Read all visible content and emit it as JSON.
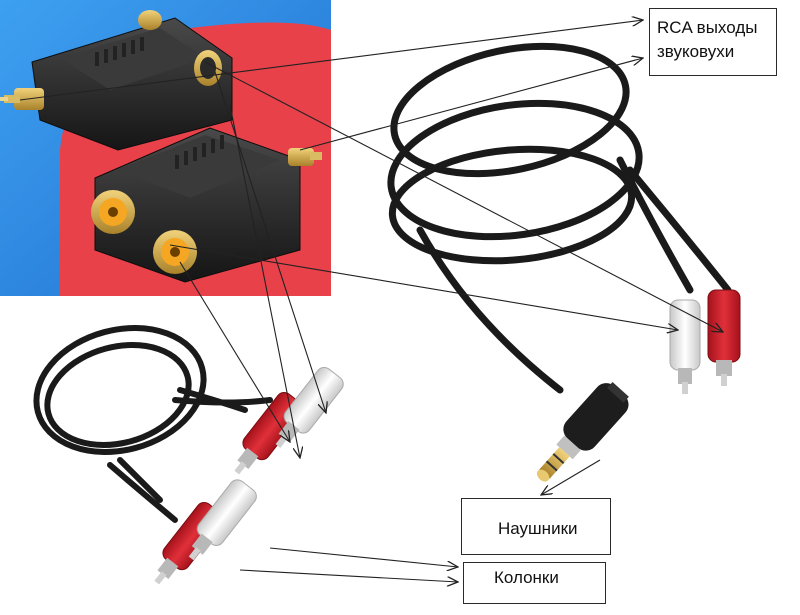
{
  "labels": {
    "rca_outputs": {
      "line1": "RCA выходы",
      "line2": "звуковухи"
    },
    "headphones": "Наушники",
    "speakers": "Колонки"
  },
  "colors": {
    "photo_bg_blue": "#2f8fe0",
    "photo_bg_red": "#e8414a",
    "plug_red": "#d21f2a",
    "plug_white": "#f2f2f2",
    "cable_black": "#1a1a1a",
    "gold": "#c9a646",
    "arrow": "#222222"
  }
}
